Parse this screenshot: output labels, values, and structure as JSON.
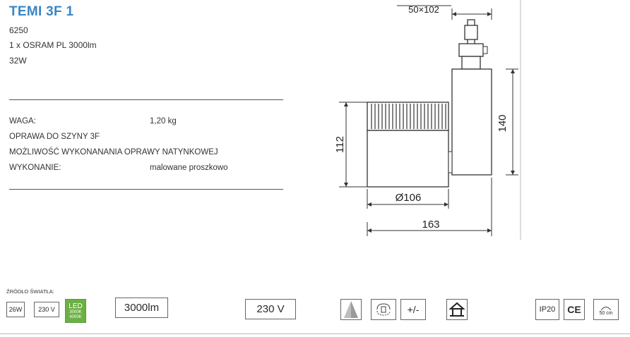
{
  "product": {
    "title": "TEMI 3F 1",
    "code": "6250",
    "source": "1 x OSRAM PL 3000lm",
    "power": "32W"
  },
  "specs": [
    {
      "label": "WAGA:",
      "value": "1,20 kg"
    },
    {
      "label": "OPRAWA DO SZYNY 3F",
      "value": ""
    },
    {
      "label": "MOŻLIWOŚĆ WYKONANANIA OPRAWY NATYNKOWEJ",
      "value": ""
    },
    {
      "label": "WYKONANIE:",
      "value": "malowane proszkowo"
    }
  ],
  "drawing": {
    "dim_top": "50×102",
    "dim_height_body": "112",
    "dim_height_total": "140",
    "dim_diameter": "Ø106",
    "dim_length": "163"
  },
  "footer": {
    "source_label": "ŹRÓDŁO ŚWIATŁA:",
    "watt_options": [
      "26W",
      "230 V"
    ],
    "led": {
      "title": "LED",
      "line1": "3000K",
      "line2": "4000K"
    },
    "lumen": "3000lm",
    "voltage": "230 V",
    "adjust": "+/-",
    "ip": "IP20",
    "ce": "CE",
    "distance": "50 cm"
  },
  "colors": {
    "title": "#3a86c4",
    "led_green": "#6cb045"
  }
}
